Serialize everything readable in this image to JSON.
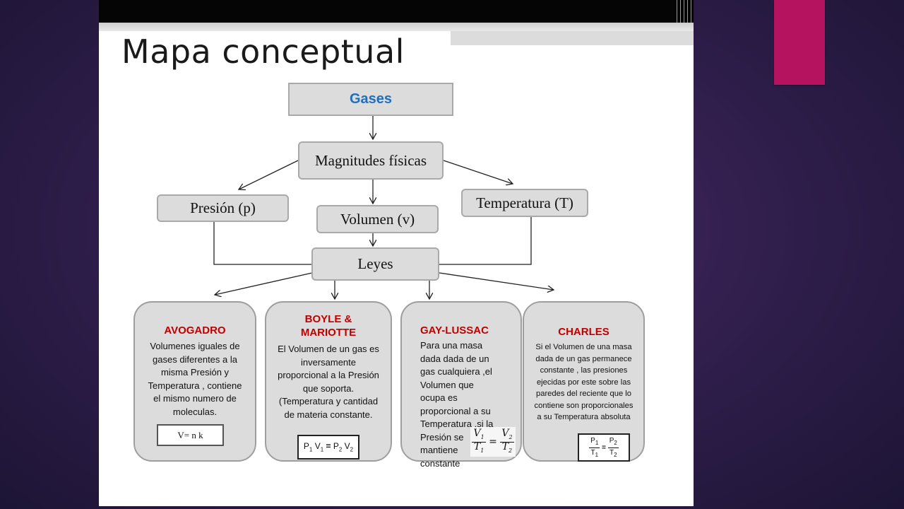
{
  "slide": {
    "title": "Mapa conceptual"
  },
  "colors": {
    "accent": "#b5135f",
    "root_text": "#1f6fbf",
    "law_title": "#c00000",
    "box_fill": "#dcdcdc"
  },
  "diagram": {
    "root": "Gases",
    "magnitudes": "Magnitudes físicas",
    "presion": "Presión (p)",
    "volumen": "Volumen (v)",
    "temperatura": "Temperatura (T)",
    "leyes": "Leyes",
    "laws": [
      {
        "title": "AVOGADRO",
        "text": "Volumenes  iguales de gases diferentes a la misma Presión y Temperatura , contiene el mismo numero de moleculas.",
        "formula": "V= n k"
      },
      {
        "title": "BOYLE & MARIOTTE",
        "text": "El Volumen de un gas es inversamente proporcional a la Presión que soporta. (Temperatura y cantidad de materia constante.",
        "formula": "P1 V1 = P2 V2"
      },
      {
        "title": "GAY-LUSSAC",
        "text": "Para una masa dada dada de un gas cualquiera ,el Volumen que ocupa es proporcional a su Temperatura ,si la Presión se mantiene constante",
        "formula": "V1/T1 = V2/T2"
      },
      {
        "title": "CHARLES",
        "text": "Si el Volumen de una masa dada de un gas permanece constante , las presiones ejecidas por este sobre las paredes del reciente que lo contiene son proporcionales a su Temperatura absoluta",
        "formula": "P1/T1 = P2/T2"
      }
    ]
  }
}
